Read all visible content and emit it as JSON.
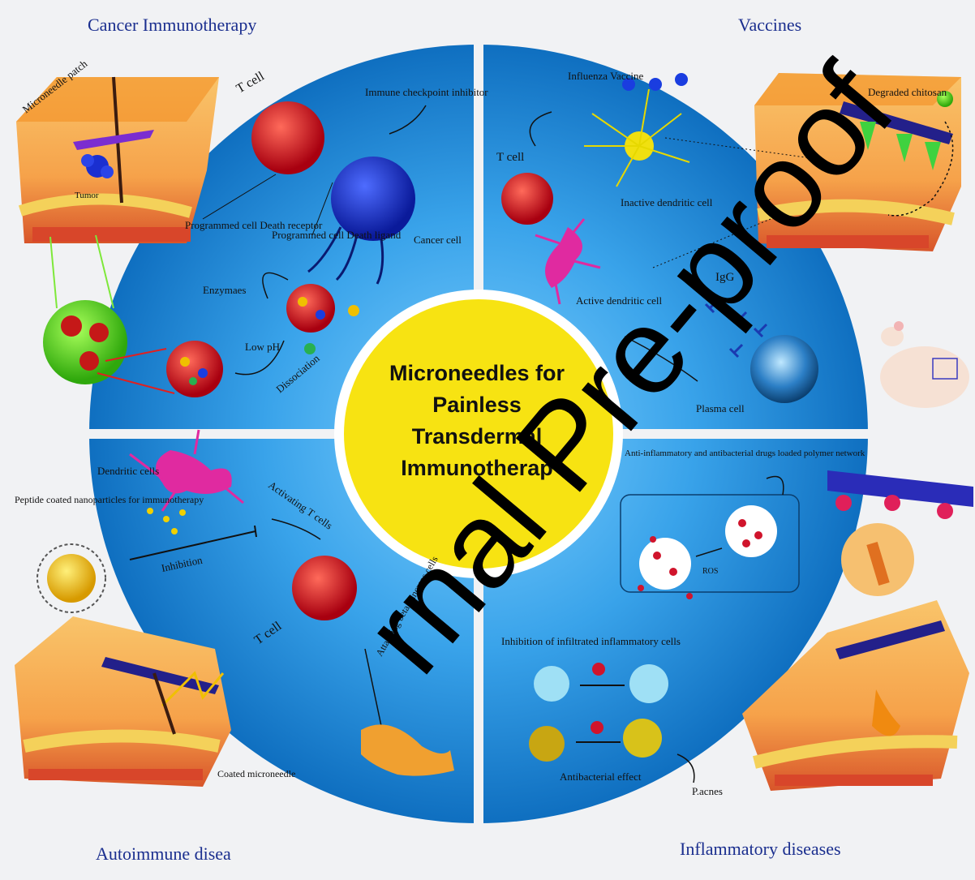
{
  "quadrants": {
    "top_left": "Cancer Immunotherapy",
    "top_right": "Vaccines",
    "bottom_left": "Autoimmune disea",
    "bottom_right": "Inflammatory diseases"
  },
  "center": {
    "line1": "Microneedles for",
    "line2": "Painless",
    "line3": "Transdermal",
    "line4": "Immunotherap"
  },
  "watermark": "rnal Pre-proof",
  "labels": {
    "microneedle_patch": "Microneedle patch",
    "tumor": "Tumor",
    "t_cell_tl": "T cell",
    "immune_checkpoint": "Immune checkpoint inhibitor",
    "pd_receptor": "Programmed cell Death receptor",
    "pd_ligand": "Programmed cell Death ligand",
    "cancer_cell": "Cancer cell",
    "enzymes": "Enzymaes",
    "low_ph": "Low pH",
    "dissociation": "Dissociation",
    "influenza_vaccine": "Influenza Vaccine",
    "t_cell_tr": "T cell",
    "inactive_dc": "Inactive dendritic cell",
    "active_dc": "Active dendritic cell",
    "igg": "IgG",
    "plasma_cell": "Plasma cell",
    "degraded_chitosan": "Degraded chitosan",
    "dendritic_cells": "Dendritic cells",
    "peptide_np": "Peptide coated nanoparticles for immunotherapy",
    "activating_t": "Activating T cells",
    "inhibition": "Inhibition",
    "t_cell_bl": "T cell",
    "attacking": "Attacking beta pancreas cells",
    "coated_mn": "Coated microneedle",
    "anti_inflam": "Anti-inflammatory and antibacterial drugs loaded polymer network",
    "ros": "ROS",
    "inhibition_infiltrated": "Inhibition of infiltrated inflammatory cells",
    "antibacterial": "Antibacterial effect",
    "pacnes": "P.acnes"
  },
  "colors": {
    "outer_ring": "#2a8fd8",
    "center": "#f7e312",
    "cell_red": "#d0141c",
    "cancer_blue": "#1a2fd0",
    "nanoparticle_green": "#5fd12a",
    "skin_orange": "#f3a040"
  }
}
